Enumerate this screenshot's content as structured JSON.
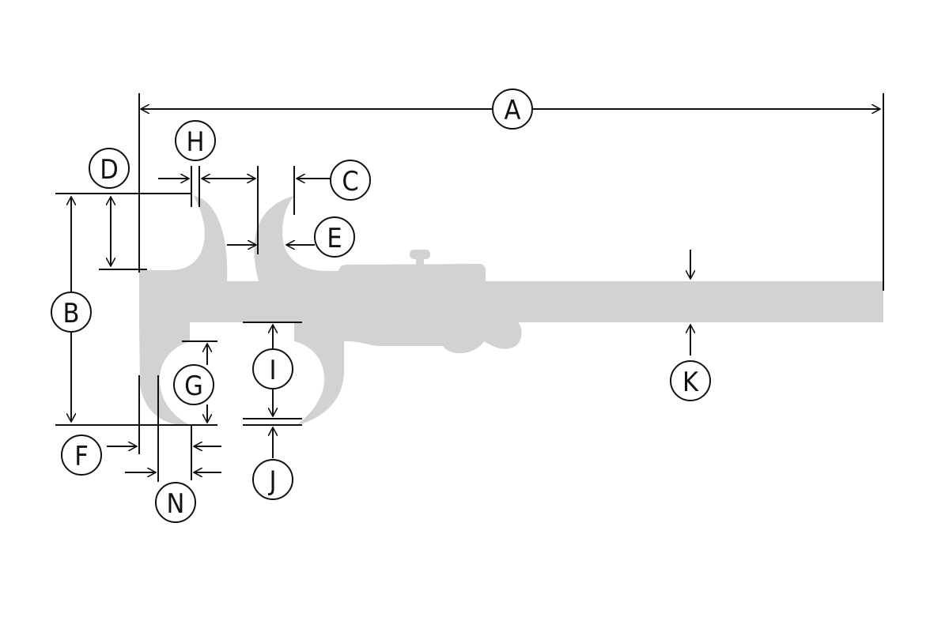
{
  "colors": {
    "body": "#d1d2d4",
    "line": "#111111"
  },
  "labels": {
    "A": "A",
    "B": "B",
    "C": "C",
    "D": "D",
    "E": "E",
    "F": "F",
    "G": "G",
    "H": "H",
    "I": "I",
    "J": "J",
    "K": "K",
    "N": "N"
  }
}
